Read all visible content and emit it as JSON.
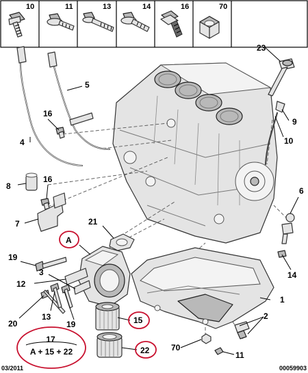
{
  "header": {
    "cells": [
      {
        "label": "10",
        "icon": "bolt-flange-icon"
      },
      {
        "label": "11",
        "icon": "bolt-washer-icon"
      },
      {
        "label": "13",
        "icon": "bolt-long-icon"
      },
      {
        "label": "14",
        "icon": "bolt-flange-icon"
      },
      {
        "label": "16",
        "icon": "bolt-hex-dark-icon"
      },
      {
        "label": "70",
        "icon": "hex-nut-icon"
      }
    ]
  },
  "callouts": {
    "c23": "23",
    "c5": "5",
    "c16a": "16",
    "c4": "4",
    "c9": "9",
    "c10": "10",
    "c8": "8",
    "c16b": "16",
    "c6": "6",
    "c7": "7",
    "c21": "21",
    "cA": "A",
    "c19a": "19",
    "c12": "12",
    "c3": "3",
    "c14": "14",
    "c1": "1",
    "c20": "20",
    "c13": "13",
    "c19b": "19",
    "c2": "2",
    "c15": "15",
    "c70": "70",
    "c22": "22",
    "c11": "11"
  },
  "kit": {
    "number": "17",
    "formula": "A + 15 + 22"
  },
  "footer": {
    "date": "03/2011",
    "ref": "00059903"
  },
  "colors": {
    "highlight": "#c8102e",
    "line": "#000000",
    "part_fill": "#e4e4e4"
  }
}
